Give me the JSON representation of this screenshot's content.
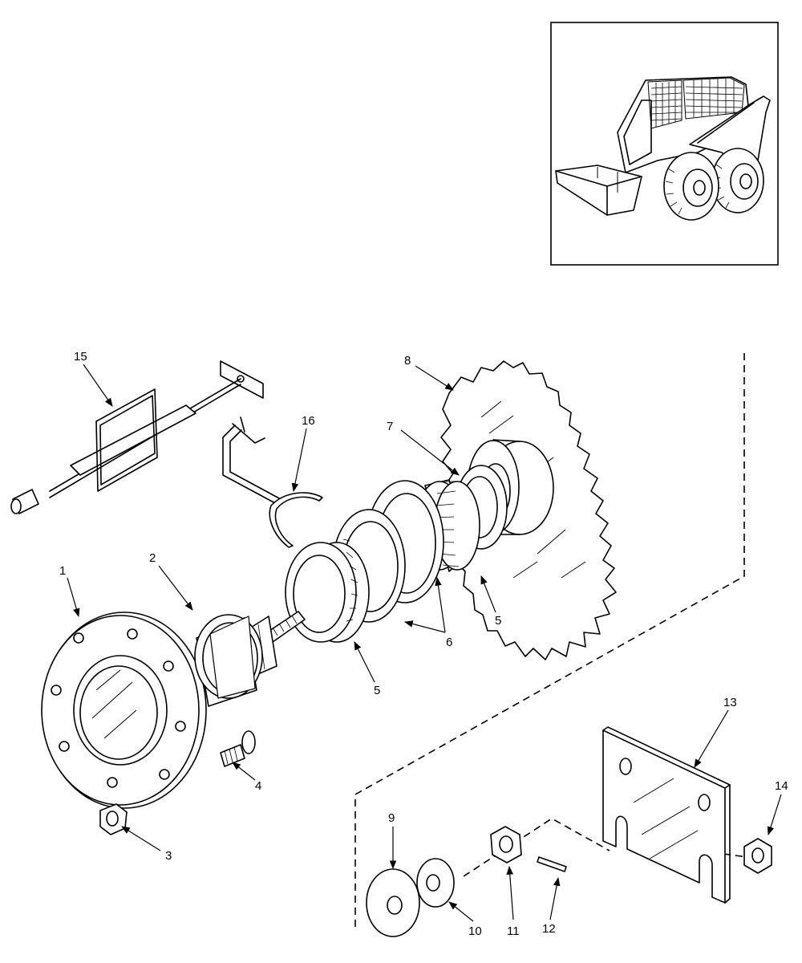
{
  "callouts": {
    "c1": "1",
    "c2": "2",
    "c3": "3",
    "c4": "4",
    "c5a": "5",
    "c5b": "5",
    "c6": "6",
    "c7": "7",
    "c8": "8",
    "c9": "9",
    "c10": "10",
    "c11": "11",
    "c12": "12",
    "c13": "13",
    "c14": "14",
    "c15": "15",
    "c16": "16"
  },
  "colors": {
    "line": "#000000",
    "background": "#ffffff"
  }
}
